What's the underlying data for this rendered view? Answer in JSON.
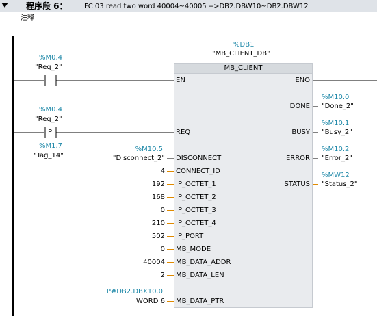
{
  "header": {
    "segment_label": "程序段 6：",
    "segment_comment": "FC 03 read two word  40004~40005 -->DB2.DBW10~DB2.DBW12",
    "comment_label": "注释"
  },
  "contacts": {
    "req1": {
      "address": "%M0.4",
      "tag": "\"Req_2\""
    },
    "req2": {
      "address": "%M0.4",
      "tag": "\"Req_2\"",
      "edge_symbol": "P",
      "edge_address": "%M1.7",
      "edge_tag": "\"Tag_14\""
    }
  },
  "block": {
    "db_address": "%DB1",
    "db_name": "\"MB_CLIENT_DB\"",
    "name": "MB_CLIENT",
    "inputs": [
      {
        "pin": "EN",
        "address": "",
        "value": ""
      },
      {
        "pin": "REQ",
        "address": "",
        "value": ""
      },
      {
        "pin": "DISCONNECT",
        "address": "%M10.5",
        "value": "\"Disconnect_2\""
      },
      {
        "pin": "CONNECT_ID",
        "address": "",
        "value": "4"
      },
      {
        "pin": "IP_OCTET_1",
        "address": "",
        "value": "192"
      },
      {
        "pin": "IP_OCTET_2",
        "address": "",
        "value": "168"
      },
      {
        "pin": "IP_OCTET_3",
        "address": "",
        "value": "0"
      },
      {
        "pin": "IP_OCTET_4",
        "address": "",
        "value": "210"
      },
      {
        "pin": "IP_PORT",
        "address": "",
        "value": "502"
      },
      {
        "pin": "MB_MODE",
        "address": "",
        "value": "0"
      },
      {
        "pin": "MB_DATA_ADDR",
        "address": "",
        "value": "40004"
      },
      {
        "pin": "MB_DATA_LEN",
        "address": "",
        "value": "2"
      },
      {
        "pin": "MB_DATA_PTR",
        "address": "P#DB2.DBX10.0",
        "value": "WORD 6"
      }
    ],
    "outputs": [
      {
        "pin": "ENO",
        "address": "",
        "value": ""
      },
      {
        "pin": "DONE",
        "address": "%M10.0",
        "value": "\"Done_2\""
      },
      {
        "pin": "BUSY",
        "address": "%M10.1",
        "value": "\"Busy_2\""
      },
      {
        "pin": "ERROR",
        "address": "%M10.2",
        "value": "\"Error_2\""
      },
      {
        "pin": "STATUS",
        "address": "%MW12",
        "value": "\"Status_2\""
      }
    ]
  },
  "colors": {
    "address": "#1e88a8",
    "wire_input": "#e08a00",
    "rail": "#000000"
  }
}
